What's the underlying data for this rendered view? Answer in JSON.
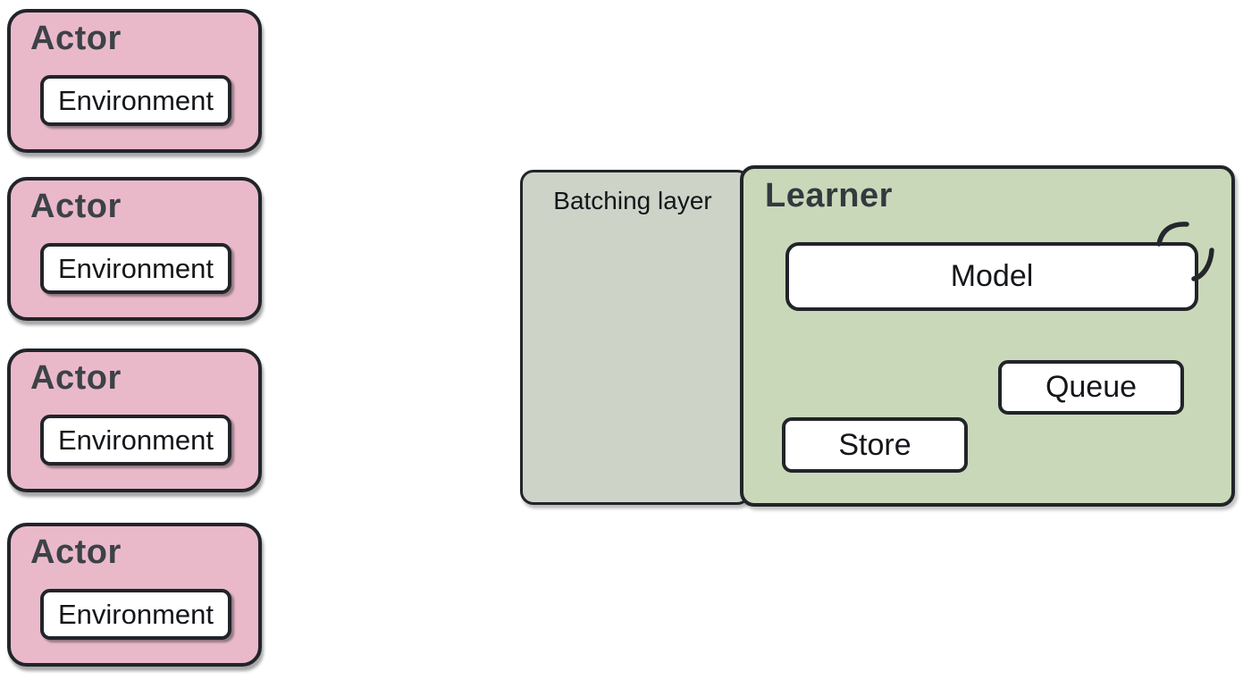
{
  "diagram": {
    "actors": [
      {
        "title": "Actor",
        "environment_label": "Environment"
      },
      {
        "title": "Actor",
        "environment_label": "Environment"
      },
      {
        "title": "Actor",
        "environment_label": "Environment"
      },
      {
        "title": "Actor",
        "environment_label": "Environment"
      }
    ],
    "batching_layer": {
      "label": "Batching layer"
    },
    "learner": {
      "title": "Learner",
      "model_label": "Model",
      "queue_label": "Queue",
      "store_label": "Store",
      "loop_icon": "circular-self-loop-arrow"
    },
    "colors": {
      "actor_fill": "#eab9c9",
      "batching_fill": "#ced3c8",
      "learner_fill": "#cad8ba",
      "inner_box_fill": "#ffffff",
      "box_border": "#212429",
      "title_text": "#3a4146",
      "body_text": "#141619"
    }
  }
}
